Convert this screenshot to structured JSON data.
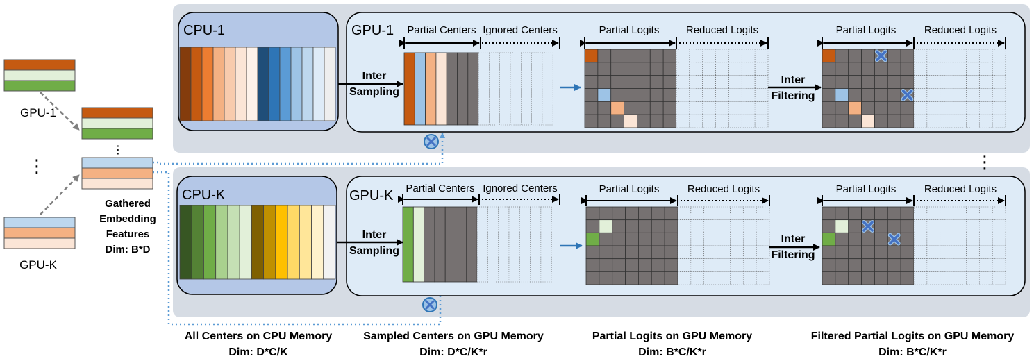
{
  "left": {
    "gpu1_label": "GPU-1",
    "gpuk_label": "GPU-K",
    "vdots": "⋮",
    "gathered": [
      "Gathered",
      "Embedding",
      "Features",
      "Dim: B*D"
    ]
  },
  "panel1": {
    "cpu_label": "CPU-1",
    "gpu_label": "GPU-1",
    "partial_centers": "Partial Centers",
    "ignored_centers": "Ignored Centers",
    "inter_sampling": [
      "Inter",
      "Sampling"
    ],
    "partial_logits": "Partial Logits",
    "reduced_logits": "Reduced Logits",
    "inter_filtering": [
      "Inter",
      "Filtering"
    ],
    "partial_logits_2": "Partial Logits",
    "reduced_logits_2": "Reduced Logits"
  },
  "panelk": {
    "cpu_label": "CPU-K",
    "gpu_label": "GPU-K",
    "partial_centers": "Partial Centers",
    "ignored_centers": "Ignored Centers",
    "inter_sampling": [
      "Inter",
      "Sampling"
    ],
    "partial_logits": "Partial Logits",
    "reduced_logits": "Reduced Logits",
    "inter_filtering": [
      "Inter",
      "Filtering"
    ],
    "partial_logits_2": "Partial Logits",
    "reduced_logits_2": "Reduced Logits"
  },
  "between_vdots": "⋮",
  "captions": {
    "cpu": [
      "All Centers on CPU Memory",
      "Dim: D*C/K"
    ],
    "sampled": [
      "Sampled Centers on GPU Memory",
      "Dim: D*C/K*r"
    ],
    "partial": [
      "Partial Logits on GPU Memory",
      "Dim: B*C/K*r"
    ],
    "filtered": [
      "Filtered Partial Logits on GPU Memory",
      "Dim: B*C/K*r"
    ]
  },
  "colors": {
    "panel_bg": "#d6dce4",
    "cpu_box": "#b4c7e7",
    "gpu_box": "#deebf7",
    "dark_cell": "#767171",
    "orange": "#c55a11",
    "light_blue": "#9dc3e6",
    "pale_green": "#e2f0d9",
    "green": "#70ad47",
    "peach": "#f4b183",
    "pale_peach": "#fbe5d6",
    "dotted_blue": "#5b9bd5",
    "cross_blue": "#4472c4"
  },
  "cpu1_stripes": [
    "#843c0c",
    "#c55a11",
    "#ed7d31",
    "#f4b183",
    "#f8cbad",
    "#fbe5d6",
    "#fdf2ea",
    "#1f4e79",
    "#2e75b6",
    "#5b9bd5",
    "#9dc3e6",
    "#bdd7ee",
    "#deebf7",
    "#eeeeee"
  ],
  "cpuk_stripes": [
    "#375623",
    "#548235",
    "#70ad47",
    "#a9d18e",
    "#c5e0b4",
    "#e2f0d9",
    "#7f6000",
    "#bf9000",
    "#ffc000",
    "#ffd966",
    "#ffe699",
    "#fff2cc",
    "#f2f2f2"
  ]
}
